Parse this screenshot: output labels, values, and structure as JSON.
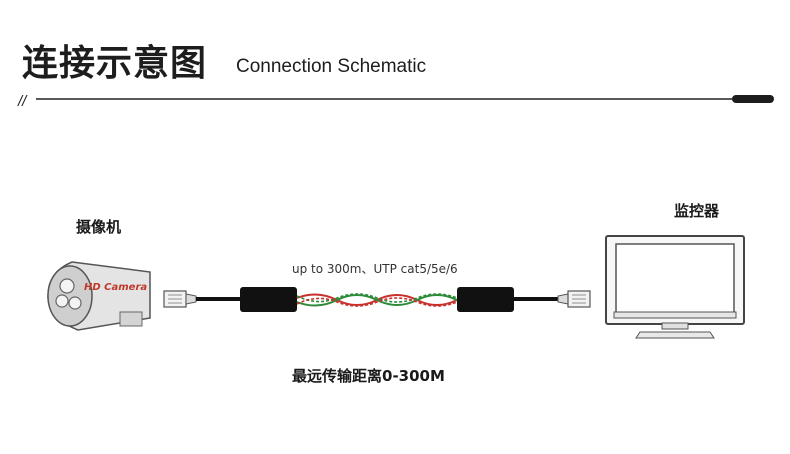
{
  "header": {
    "title_cn": "连接示意图",
    "title_en": "Connection Schematic",
    "slash_mark": "//"
  },
  "camera": {
    "label": "摄像机",
    "body_text": "HD Camera"
  },
  "monitor": {
    "label": "监控器"
  },
  "cable": {
    "spec": "up to 300m、UTP cat5/5e/6",
    "distance": "最远传输距离0-300M",
    "wire_colors": [
      "#c8302c",
      "#2e8b3a"
    ]
  }
}
